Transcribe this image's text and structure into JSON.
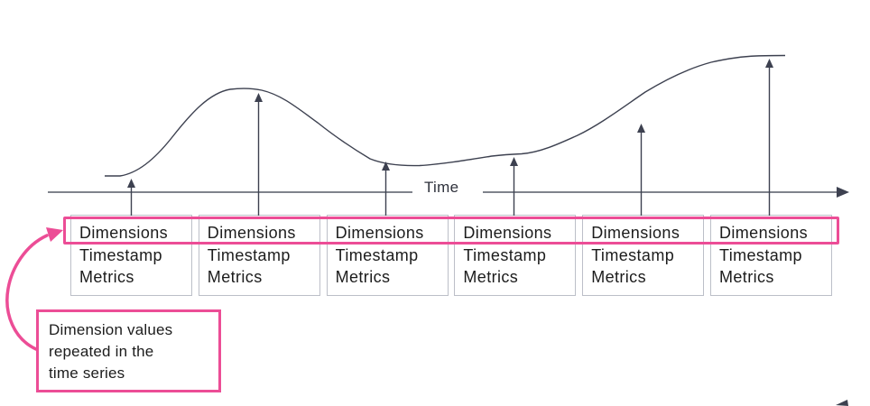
{
  "diagram": {
    "axis": {
      "label": "Time"
    },
    "cards": [
      {
        "dimensions": "Dimensions",
        "timestamp": "Timestamp",
        "metrics": "Metrics"
      },
      {
        "dimensions": "Dimensions",
        "timestamp": "Timestamp",
        "metrics": "Metrics"
      },
      {
        "dimensions": "Dimensions",
        "timestamp": "Timestamp",
        "metrics": "Metrics"
      },
      {
        "dimensions": "Dimensions",
        "timestamp": "Timestamp",
        "metrics": "Metrics"
      },
      {
        "dimensions": "Dimensions",
        "timestamp": "Timestamp",
        "metrics": "Metrics"
      },
      {
        "dimensions": "Dimensions",
        "timestamp": "Timestamp",
        "metrics": "Metrics"
      }
    ],
    "callout": {
      "lines": [
        "Dimension values",
        "repeated in the",
        "time series"
      ]
    },
    "colors": {
      "accent_pink": "#ec4d96",
      "line_ink": "#3d4150",
      "axis_gray": "#555a66",
      "card_border": "#bcbfc8",
      "text": "#1c1c1c"
    }
  }
}
